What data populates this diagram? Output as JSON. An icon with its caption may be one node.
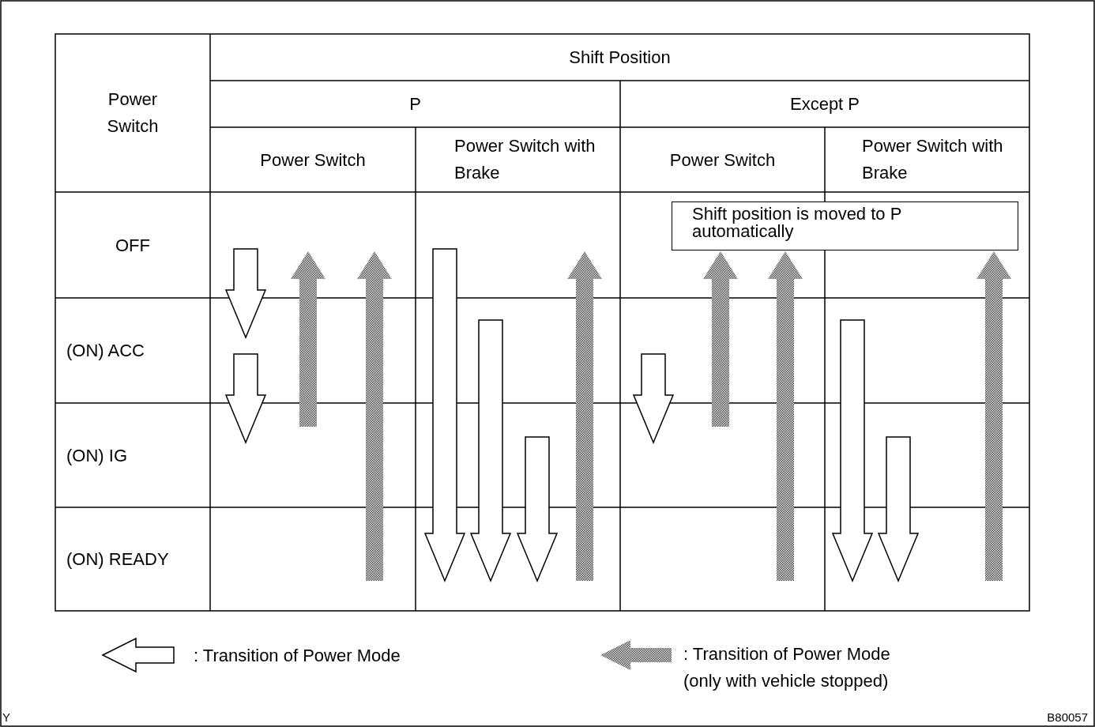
{
  "diagram": {
    "nodes": [
      {
        "text": [
          "Shift position is moved to P automatically"
        ]
      }
    ],
    "labels": [
      "Power Switch",
      "Shift Position",
      "P",
      "Except P",
      "Power Switch",
      "Power Switch with Brake",
      "Power Switch",
      "Power Switch with Brake",
      "OFF",
      "(ON) ACC",
      "(ON) IG",
      "(ON) READY",
      "Y",
      "B80057"
    ],
    "legend": [
      {
        "text": ": Transition of Power Mode"
      },
      {
        "text": ": Transition of Power Mode (only with vehicle stopped)"
      }
    ]
  }
}
